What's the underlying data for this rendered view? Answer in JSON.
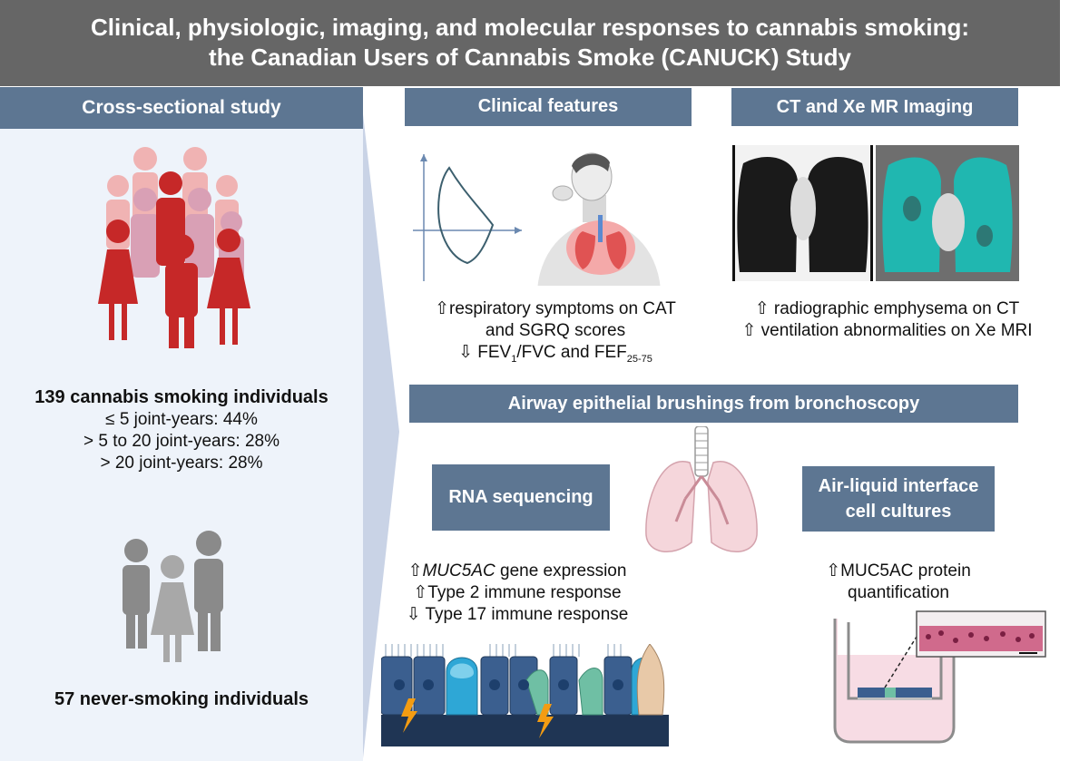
{
  "header": {
    "line1": "Clinical, physiologic, imaging, and molecular responses to cannabis smoking:",
    "line2": "the Canadian Users of Cannabis Smoke (CANUCK) Study"
  },
  "left": {
    "label": "Cross-sectional study",
    "cannabis_title": "139 cannabis smoking individuals",
    "groups": [
      "≤ 5 joint-years: 44%",
      "> 5 to 20 joint-years: 28%",
      "> 20 joint-years: 28%"
    ],
    "never": "57 never-smoking individuals"
  },
  "clinical": {
    "label": "Clinical features",
    "line1": "⇧respiratory symptoms on CAT",
    "line2": "and SGRQ scores",
    "line3_pre": "⇩ FEV",
    "line3_sub1": "1",
    "line3_mid": "/FVC and FEF",
    "line3_sub2": "25-75"
  },
  "imaging": {
    "label": "CT and Xe MR Imaging",
    "line1": "⇧ radiographic emphysema on CT",
    "line2": "⇧ ventilation abnormalities on Xe MRI"
  },
  "airway": {
    "label": "Airway epithelial brushings from bronchoscopy"
  },
  "rna": {
    "label": "RNA sequencing",
    "line1_pre": "⇧",
    "line1_gene": "MUC5AC",
    "line1_post": " gene expression",
    "line2": "⇧Type 2 immune response",
    "line3": "⇩ Type 17 immune response"
  },
  "ali": {
    "label_line1": "Air-liquid interface",
    "label_line2": "cell cultures",
    "line1": "⇧MUC5AC protein",
    "line2": "quantification"
  },
  "colors": {
    "header_bg": "#666666",
    "label_bg": "#5d7692",
    "panel_bg": "#eef3fa",
    "cannabis_people": "#c62828",
    "never_people": "#8a8a8a"
  }
}
